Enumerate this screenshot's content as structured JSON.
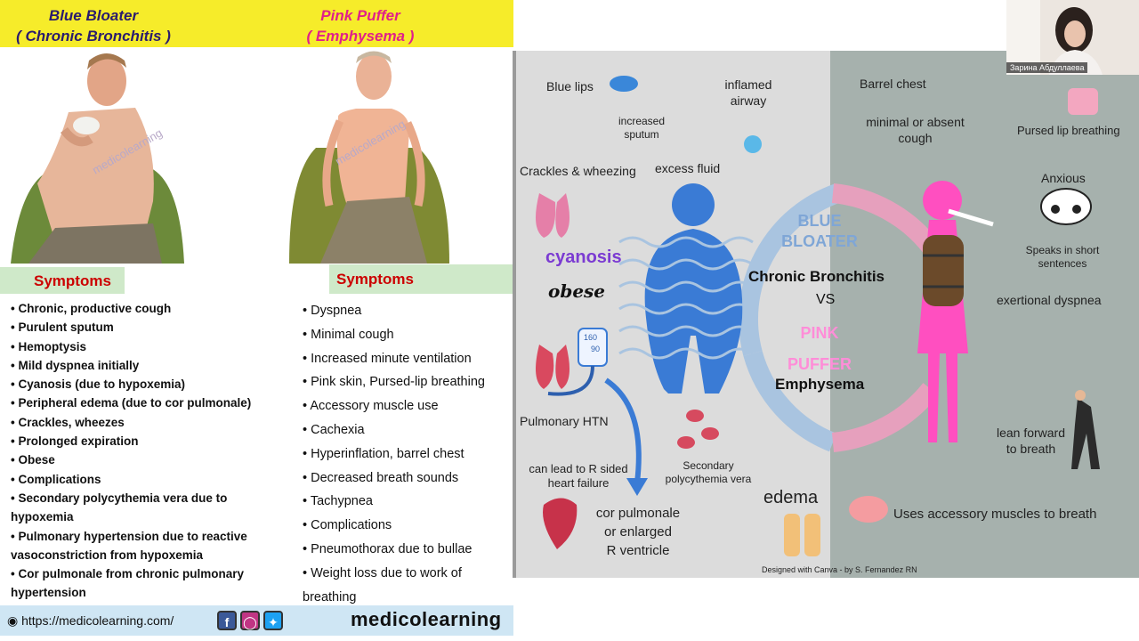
{
  "left_panel": {
    "blue_bloater": {
      "title_line1": "Blue Bloater",
      "title_line2": "( Chronic Bronchitis )",
      "watermark": "medicolearning",
      "symptoms_label": "Symptoms",
      "symptoms": [
        "Chronic, productive cough",
        "Purulent sputum",
        "Hemoptysis",
        "Mild dyspnea initially",
        "Cyanosis (due to hypoxemia)",
        "Peripheral edema (due to cor pulmonale)",
        "Crackles, wheezes",
        "Prolonged expiration",
        "Obese",
        "Complications",
        "Secondary polycythemia vera due to hypoxemia",
        "Pulmonary hypertension due to reactive vasoconstriction from hypoxemia",
        "Cor pulmonale from chronic pulmonary hypertension"
      ]
    },
    "pink_puffer": {
      "title_line1": "Pink Puffer",
      "title_line2": "( Emphysema )",
      "watermark": "medicolearning",
      "symptoms_label": "Symptoms",
      "symptoms": [
        "Dyspnea",
        "Minimal cough",
        "Increased minute ventilation",
        "Pink skin, Pursed-lip breathing",
        "Accessory muscle use",
        "Cachexia",
        "Hyperinflation, barrel chest",
        "Decreased breath sounds",
        "Tachypnea",
        "Complications",
        "Pneumothorax due to bullae",
        "Weight loss due to work of breathing"
      ]
    },
    "footer": {
      "url": "https://medicolearning.com/",
      "social_icons": [
        "facebook-icon",
        "instagram-icon",
        "twitter-icon"
      ],
      "brand": "medicolearning"
    },
    "colors": {
      "header": "#f6ec2a",
      "band": "#cfe9c9",
      "footer": "#cfe6f4",
      "symptoms": "#cc0000",
      "blue_title": "#2a1b6e",
      "pink_title": "#e0208a"
    }
  },
  "right_panel": {
    "blue_lips": "Blue lips",
    "inflamed_airway_1": "inflamed",
    "inflamed_airway_2": "airway",
    "barrel_chest": "Barrel chest",
    "increased_sputum_1": "increased",
    "increased_sputum_2": "sputum",
    "minimal_cough_1": "minimal or absent",
    "minimal_cough_2": "cough",
    "pursed_lip": "Pursed lip breathing",
    "crackles": "Crackles & wheezing",
    "excess_fluid": "excess fluid",
    "anxious": "Anxious",
    "cyanosis": "cyanosis",
    "obese": "obese",
    "blue_bloater_1": "BLUE",
    "blue_bloater_2": "BLOATER",
    "chronic_bronchitis": "Chronic Bronchitis",
    "vs": "VS",
    "pink_puffer_1": "PINK",
    "pink_puffer_2": "PUFFER",
    "emphysema": "Emphysema",
    "speaks_short_1": "Speaks in short",
    "speaks_short_2": "sentences",
    "exertional_dyspnea": "exertional dyspnea",
    "bp_values": [
      "160",
      "90"
    ],
    "pulmonary_htn": "Pulmonary HTN",
    "right_heart_1": "can lead to R sided",
    "right_heart_2": "heart failure",
    "secondary_poly_1": "Secondary",
    "secondary_poly_2": "polycythemia vera",
    "lean_forward_1": "lean forward",
    "lean_forward_2": "to breath",
    "cor_pulmonale_1": "cor pulmonale",
    "cor_pulmonale_2": "or enlarged",
    "cor_pulmonale_3": "R ventricle",
    "edema": "edema",
    "accessory_muscles": "Uses accessory muscles to breath",
    "credit": "Designed with Canva - by S. Fernandez RN",
    "colors": {
      "blue": "#3a7bd5",
      "pink": "#ff4fc0",
      "left_bg": "#dcdcdc",
      "right_bg": "#a6b1ad"
    }
  },
  "webcam": {
    "participant_name": "Зарина Абдуллаева"
  }
}
